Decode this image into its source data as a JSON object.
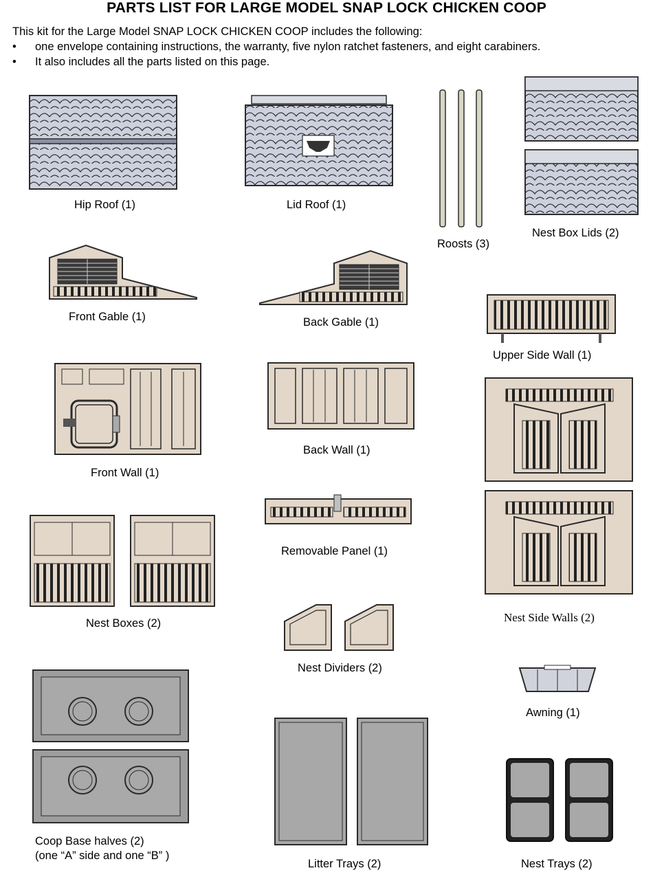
{
  "title": "PARTS LIST FOR LARGE MODEL SNAP LOCK CHICKEN COOP",
  "intro": "This kit for the Large Model SNAP LOCK CHICKEN COOP includes the following:",
  "bullets": [
    "one envelope containing instructions, the warranty, five nylon ratchet fasteners, and eight carabiners.",
    "It also includes all the parts listed on this page."
  ],
  "bullet_symbol": "•",
  "parts": {
    "hip_roof": "Hip Roof (1)",
    "lid_roof": "Lid Roof (1)",
    "roosts": "Roosts (3)",
    "nest_box_lids": "Nest Box Lids (2)",
    "front_gable": "Front Gable (1)",
    "back_gable": "Back Gable (1)",
    "upper_side_wall": "Upper Side Wall (1)",
    "front_wall": "Front Wall (1)",
    "back_wall": "Back Wall (1)",
    "removable_panel": "Removable Panel (1)",
    "nest_side_walls": "Nest Side Walls (2)",
    "nest_boxes": "Nest Boxes (2)",
    "nest_dividers": "Nest Dividers (2)",
    "awning": "Awning (1)",
    "coop_base_line1": "Coop Base halves (2)",
    "coop_base_line2": "(one “A” side and one “B” )",
    "litter_trays": "Litter Trays (2)",
    "nest_trays": "Nest Trays (2)"
  },
  "colors": {
    "wall_tan": "#e3d7c9",
    "roof_blue": "#cdd1de",
    "tray_gray": "#a8a8a8",
    "base_gray": "#9d9d9d",
    "outline": "#2b2b2b"
  }
}
